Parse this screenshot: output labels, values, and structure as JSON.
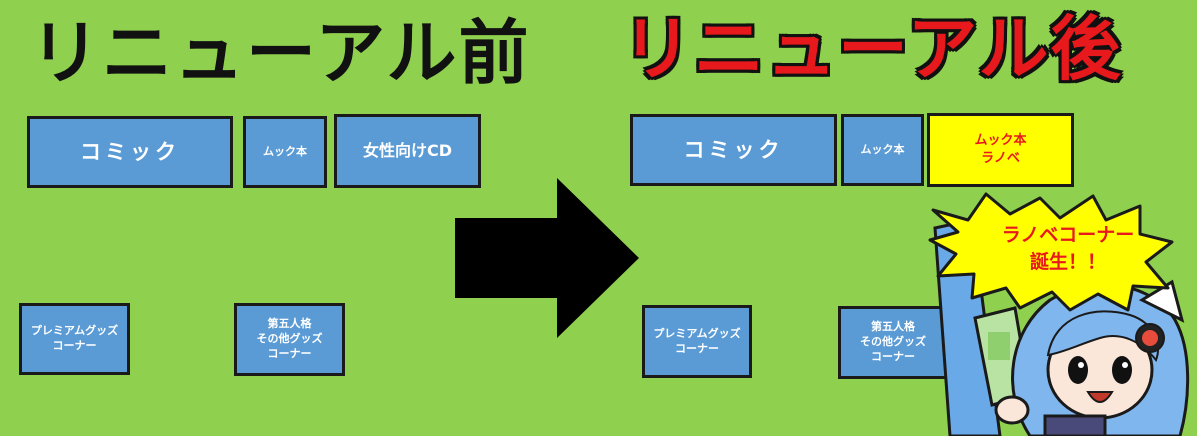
{
  "before": {
    "title": "リニューアル前",
    "shelves": {
      "comic": "コミック",
      "mook": "ムック本",
      "womens_cd": "女性向けCD",
      "premium": "プレミアムグッズ\nコーナー",
      "identity_v": "第五人格\nその他グッズ\nコーナー"
    }
  },
  "after": {
    "title": "リニューアル後",
    "shelves": {
      "comic": "コミック",
      "mook": "ムック本",
      "mook_lightnovel": "ムック本\nラノベ",
      "premium": "プレミアムグッズ\nコーナー",
      "identity_v": "第五人格\nその他グッズ\nコーナー"
    }
  },
  "callout": "ラノベコーナー\n誕生！！",
  "colors": {
    "background": "#8fd14f",
    "shelf": "#5b9bd5",
    "highlight": "#ffff00",
    "accent_red": "#e8191c"
  },
  "icons": {
    "arrow": "right-arrow-icon",
    "mascot": "mascot-character-icon"
  }
}
